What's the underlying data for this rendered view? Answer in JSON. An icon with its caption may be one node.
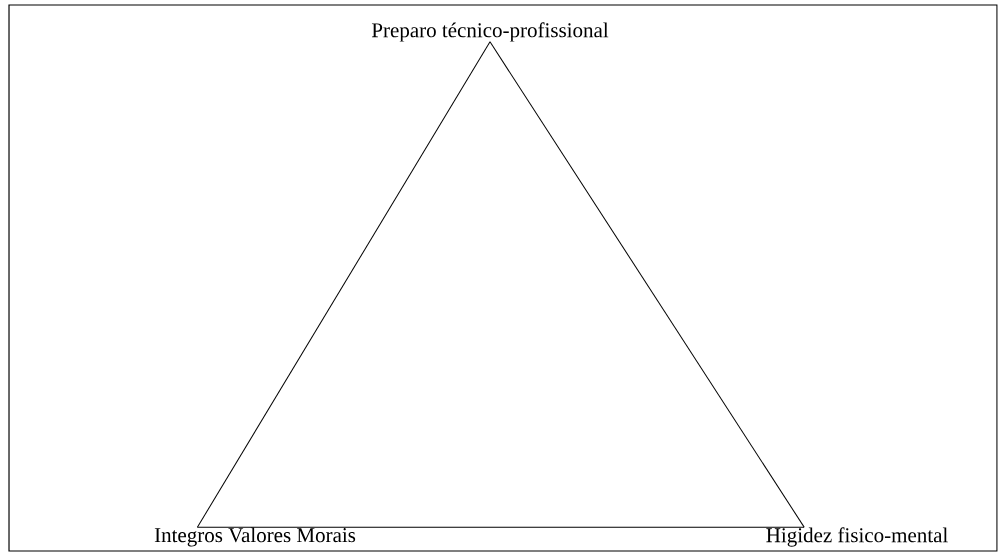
{
  "diagram": {
    "nodes": [
      {
        "text": [
          "Preparo técnico-profissional"
        ]
      },
      {
        "text": [
          "Integros Valores Morais"
        ]
      },
      {
        "text": [
          "Higidez fisico-mental"
        ]
      }
    ],
    "edges": [
      {
        "from": 0,
        "to": 1,
        "arrow": "none"
      },
      {
        "from": 1,
        "to": 2,
        "arrow": "none"
      },
      {
        "from": 2,
        "to": 0,
        "arrow": "none"
      }
    ]
  }
}
